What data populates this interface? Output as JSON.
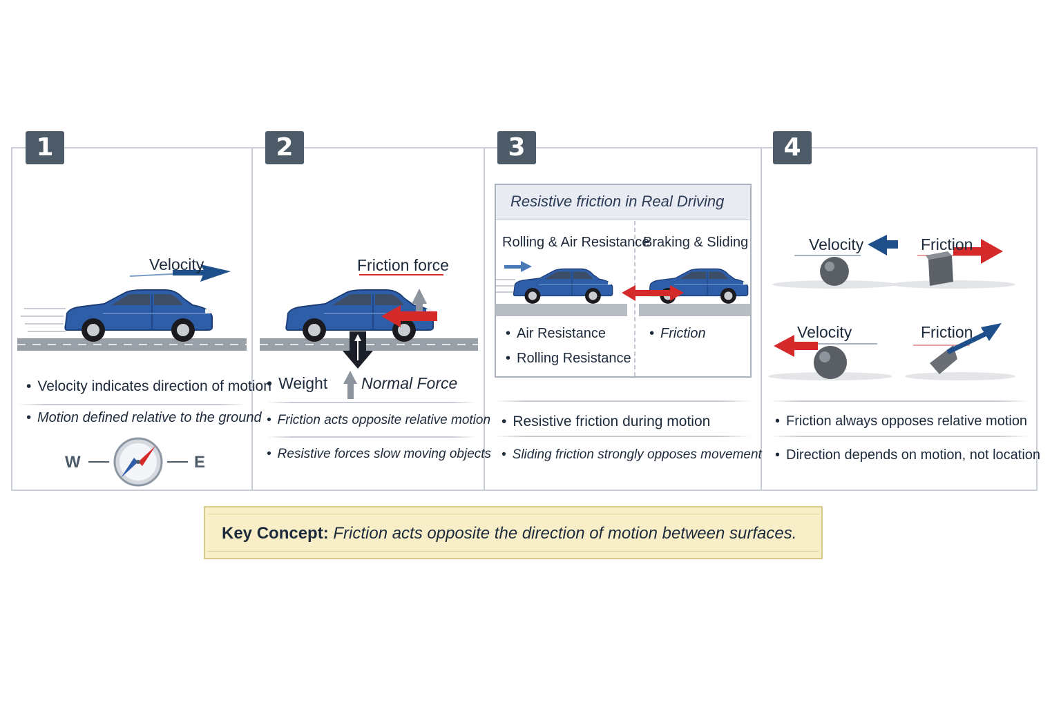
{
  "panels": [
    {
      "number": "1",
      "arrow_label": "Velocity",
      "bullets": [
        "Velocity indicates direction of motion",
        "Motion defined relative to the ground"
      ],
      "compass": {
        "west": "W",
        "east": "E"
      }
    },
    {
      "number": "2",
      "arrow_label": "Friction force",
      "weight_label": "Weight",
      "normal_label": "Normal Force",
      "bullets": [
        "Friction acts opposite relative motion",
        "Resistive forces slow moving objects"
      ]
    },
    {
      "number": "3",
      "box_title": "Resistive friction in Real Driving",
      "left_heading": "Rolling & Air Resistance",
      "right_heading": "Braking & Sliding",
      "left_items": [
        "Air Resistance",
        "Rolling Resistance"
      ],
      "right_items": [
        "Friction"
      ],
      "bullets": [
        "Resistive friction during motion",
        "Sliding friction strongly opposes movement"
      ]
    },
    {
      "number": "4",
      "top_velocity": "Velocity",
      "top_friction": "Friction",
      "bottom_velocity": "Velocity",
      "bottom_friction": "Friction",
      "bullets": [
        "Friction always opposes relative motion",
        "Direction depends on motion, not location"
      ]
    }
  ],
  "key_concept": {
    "label": "Key Concept:",
    "text": "Friction acts opposite the direction of motion between surfaces."
  },
  "colors": {
    "car_blue": "#2f5ea8",
    "velocity_arrow": "#1f4f8a",
    "friction_arrow": "#d42a2a",
    "badge": "#4d5a68"
  }
}
